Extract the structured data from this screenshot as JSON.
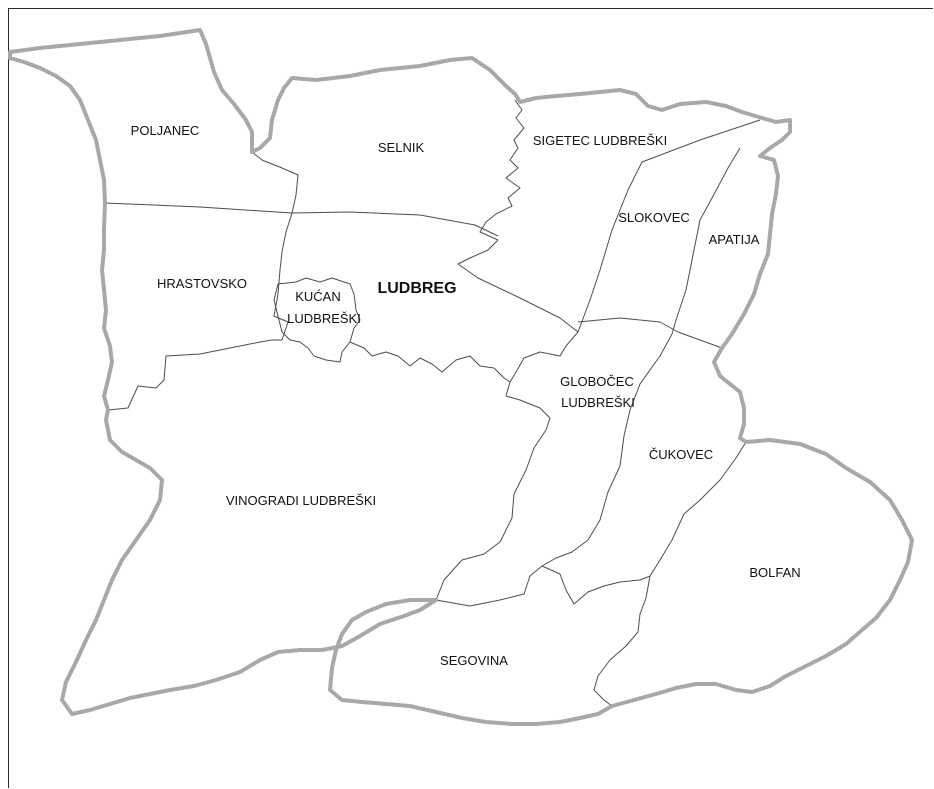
{
  "map": {
    "settlements": {
      "poljanec": "POLJANEC",
      "selnik": "SELNIK",
      "sigetec": "SIGETEC LUDBREŠKI",
      "slokovec": "SLOKOVEC",
      "apatija": "APATIJA",
      "hrastovsko": "HRASTOVSKO",
      "kucan_line1": "KUĆAN",
      "kucan_line2": "LUDBREŠKI",
      "ludbreg": "LUDBREG",
      "globocec_line1": "GLOBOČEC",
      "globocec_line2": "LUDBREŠKI",
      "cukovec": "ČUKOVEC",
      "vinogradi": "VINOGRADI LUDBREŠKI",
      "bolfan": "BOLFAN",
      "segovina": "SEGOVINA"
    },
    "colors": {
      "outer_border": "#a8a8a8",
      "inner_border": "#4d4d4d",
      "background": "#ffffff"
    }
  }
}
